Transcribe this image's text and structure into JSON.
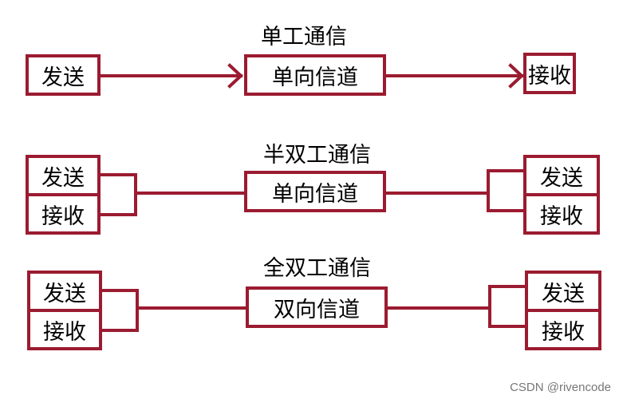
{
  "colors": {
    "line": "#9b1b30",
    "text": "#000000",
    "watermark": "#777777"
  },
  "simplex": {
    "title": "单工通信",
    "send": "发送",
    "channel": "单向信道",
    "receive": "接收"
  },
  "half_duplex": {
    "title": "半双工通信",
    "left_send": "发送",
    "left_receive": "接收",
    "channel": "单向信道",
    "right_send": "发送",
    "right_receive": "接收"
  },
  "full_duplex": {
    "title": "全双工通信",
    "left_send": "发送",
    "left_receive": "接收",
    "channel": "双向信道",
    "right_send": "发送",
    "right_receive": "接收"
  },
  "watermark": "CSDN @rivencode"
}
